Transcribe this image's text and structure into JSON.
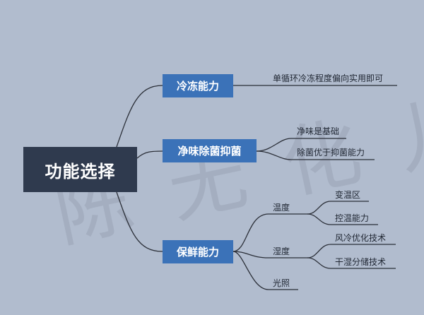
{
  "root": {
    "label": "功能选择"
  },
  "branches": [
    {
      "label": "冷冻能力",
      "children": [
        {
          "label": "单循环冷冻程度偏向实用即可"
        }
      ]
    },
    {
      "label": "净味除菌抑菌",
      "children": [
        {
          "label": "净味是基础"
        },
        {
          "label": "除菌优于抑菌能力"
        }
      ]
    },
    {
      "label": "保鲜能力",
      "children": [
        {
          "label": "温度",
          "children": [
            {
              "label": "变温区"
            },
            {
              "label": "控温能力"
            }
          ]
        },
        {
          "label": "湿度",
          "children": [
            {
              "label": "风冷优化技术"
            },
            {
              "label": "干湿分储技术"
            }
          ]
        },
        {
          "label": "光照"
        }
      ]
    }
  ],
  "colors": {
    "background": "#b1bcce",
    "root_fill": "#2f3a4e",
    "branch_fill": "#3b72b8",
    "line": "#2b2f38"
  }
}
